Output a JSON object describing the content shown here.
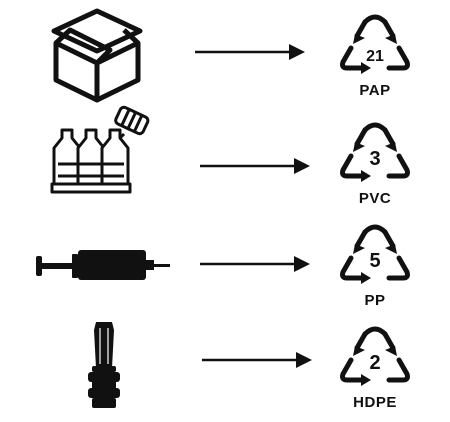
{
  "colors": {
    "ink": "#111111",
    "background": "#ffffff"
  },
  "rows": [
    {
      "item_icon": "cardboard-box-icon",
      "code": "21",
      "label": "PAP"
    },
    {
      "item_icon": "plastic-bottles-pack-icon",
      "code": "3",
      "label": "PVC"
    },
    {
      "item_icon": "syringe-icon",
      "code": "5",
      "label": "PP"
    },
    {
      "item_icon": "dropper-tip-icon",
      "code": "2",
      "label": "HDPE"
    }
  ]
}
